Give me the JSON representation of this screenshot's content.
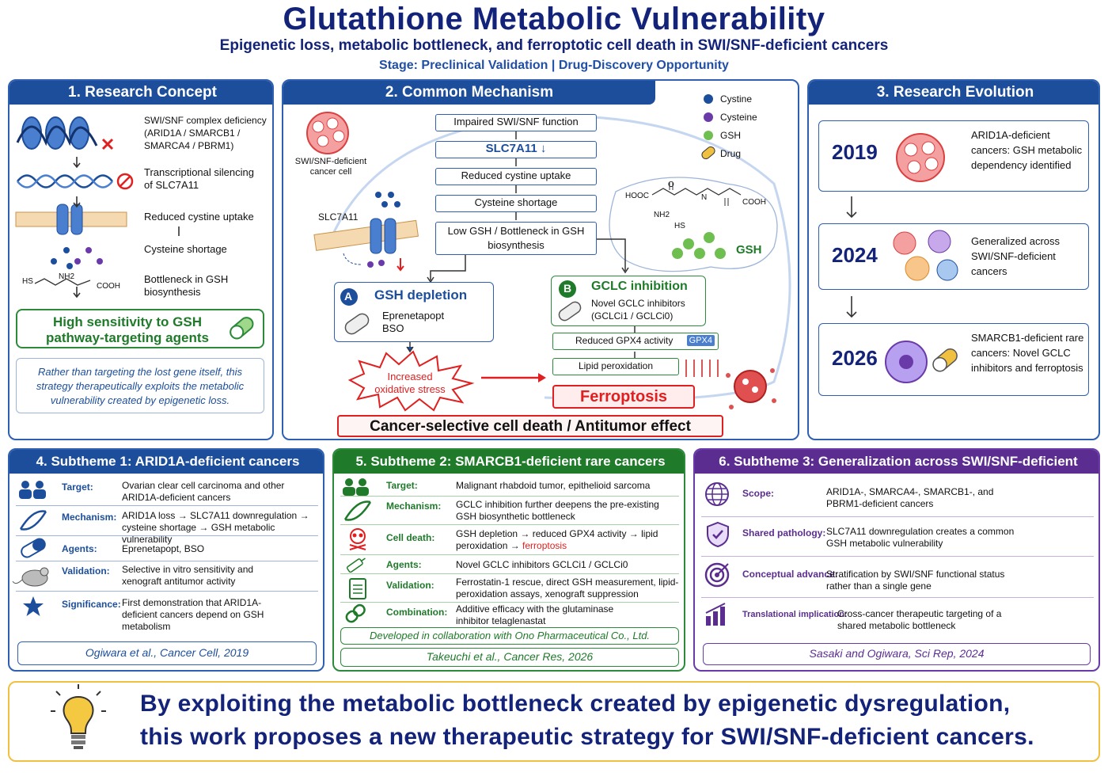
{
  "header": {
    "title": "Glutathione Metabolic Vulnerability",
    "subtitle": "Epigenetic loss, metabolic bottleneck, and ferroptotic cell death in SWI/SNF-deficient cancers",
    "stage": "Stage: Preclinical Validation | Drug-Discovery Opportunity"
  },
  "panel1": {
    "title": "1. Research Concept",
    "deficiency": "SWI/SNF complex deficiency (ARID1A / SMARCB1 / SMARCA4 / PBRM1)",
    "silencing": "Transcriptional silencing of SLC7A11",
    "uptake": "Reduced cystine uptake",
    "shortage": "Cysteine shortage",
    "bottleneck": "Bottleneck in GSH biosynthesis",
    "highlight": "High sensitivity to GSH pathway-targeting agents",
    "quote": "Rather than targeting the lost gene itself, this strategy therapeutically exploits the metabolic vulnerability created by epigenetic loss.",
    "hs": "HS",
    "nh2": "NH2",
    "cooh": "COOH"
  },
  "panel2": {
    "title": "2. Common Mechanism",
    "cell_label": "SWI/SNF-deficient cancer cell",
    "slc": "SLC7A11",
    "flow": [
      "Impaired SWI/SNF function",
      "SLC7A11 ↓",
      "Reduced cystine uptake",
      "Cysteine shortage",
      "Low GSH / Bottleneck in GSH biosynthesis"
    ],
    "legend": [
      "Cystine",
      "Cysteine",
      "GSH",
      "Drug"
    ],
    "gsh": "GSH",
    "mol_hooc": "HOOC",
    "mol_cooh": "COOH",
    "mol_nh2": "NH2",
    "mol_hs": "HS",
    "mol_h": "H",
    "mol_n": "N",
    "mol_o": "O",
    "a_letter": "A",
    "a_title": "GSH depletion",
    "a_drugs": "Eprenetapopt BSO",
    "b_letter": "B",
    "b_title": "GCLC inhibition",
    "b_drugs": "Novel GCLC inhibitors (GCLCi1 / GCLCi0)",
    "gpx4": "Reduced GPX4 activity",
    "gpx4_tag": "GPX4",
    "lipid": "Lipid peroxidation",
    "ferro": "Ferroptosis",
    "stress": "Increased oxidative stress",
    "result": "Cancer-selective cell death / Antitumor effect"
  },
  "panel3": {
    "title": "3. Research Evolution",
    "items": [
      {
        "year": "2019",
        "text": "ARID1A-deficient cancers: GSH metabolic dependency identified"
      },
      {
        "year": "2024",
        "text": "Generalized across SWI/SNF-deficient cancers"
      },
      {
        "year": "2026",
        "text": "SMARCB1-deficient rare cancers: Novel GCLC inhibitors and ferroptosis"
      }
    ]
  },
  "panel4": {
    "title": "4. Subtheme 1: ARID1A-deficient cancers",
    "rows": [
      {
        "label": "Target:",
        "value": "Ovarian clear cell carcinoma and other ARID1A-deficient cancers"
      },
      {
        "label": "Mechanism:",
        "value": "ARID1A loss → SLC7A11 downregulation → cysteine shortage → GSH metabolic vulnerability"
      },
      {
        "label": "Agents:",
        "value": "Eprenetapopt, BSO"
      },
      {
        "label": "Validation:",
        "value": "Selective in vitro sensitivity and xenograft antitumor activity"
      },
      {
        "label": "Significance:",
        "value": "First demonstration that ARID1A-deficient cancers depend on GSH metabolism"
      }
    ],
    "cite": "Ogiwara et al., Cancer Cell, 2019"
  },
  "panel5": {
    "title": "5. Subtheme 2: SMARCB1-deficient rare cancers",
    "rows": [
      {
        "label": "Target:",
        "value": "Malignant rhabdoid tumor, epithelioid sarcoma"
      },
      {
        "label": "Mechanism:",
        "value": "GCLC inhibition further deepens the pre-existing GSH biosynthetic bottleneck"
      },
      {
        "label": "Cell death:",
        "value": "GSH depletion → reduced GPX4 activity → lipid peroxidation → ",
        "accent": "ferroptosis"
      },
      {
        "label": "Agents:",
        "value": "Novel GCLC inhibitors GCLCi1 / GCLCi0"
      },
      {
        "label": "Validation:",
        "value": "Ferrostatin-1 rescue, direct GSH measurement, lipid-peroxidation assays, xenograft suppression"
      },
      {
        "label": "Combination:",
        "value": "Additive efficacy with the glutaminase inhibitor telaglenastat"
      }
    ],
    "collab": "Developed in collaboration with Ono Pharmaceutical Co., Ltd.",
    "cite": "Takeuchi et al., Cancer Res, 2026"
  },
  "panel6": {
    "title": "6. Subtheme 3: Generalization across SWI/SNF-deficient cancers",
    "rows": [
      {
        "label": "Scope:",
        "value": "ARID1A-, SMARCA4-, SMARCB1-, and PBRM1-deficient cancers"
      },
      {
        "label": "Shared pathology:",
        "value": "SLC7A11 downregulation creates a common GSH metabolic vulnerability"
      },
      {
        "label": "Conceptual advance:",
        "value": "Stratification by SWI/SNF functional status rather than a single gene"
      },
      {
        "label": "Translational implication:",
        "value": "Cross-cancer therapeutic targeting of a shared metabolic bottleneck"
      }
    ],
    "cite": "Sasaki and Ogiwara, Sci Rep, 2024"
  },
  "footer": {
    "line1": "By exploiting the metabolic bottleneck created by epigenetic dysregulation,",
    "line2": "this work proposes a new therapeutic strategy for SWI/SNF-deficient cancers."
  },
  "icons": {
    "p1": [
      "chromatin-icon",
      "dna-icon",
      "membrane-transporter-icon",
      "molecule-icon",
      "capsule-icon"
    ],
    "p4": [
      "people-icon",
      "dna-icon",
      "capsule-icon",
      "mouse-icon",
      "star-icon"
    ],
    "p5": [
      "people-icon",
      "dna-icon",
      "skull-icon",
      "syringe-icon",
      "clipboard-icon",
      "link-icon"
    ],
    "p6": [
      "globe-icon",
      "shield-icon",
      "target-icon",
      "bar-chart-icon"
    ],
    "footer": [
      "lightbulb-icon"
    ]
  },
  "colors": {
    "navy": "#14237a",
    "blue": "#1c4e9c",
    "green": "#1f7a2a",
    "purple": "#5b2d91",
    "red": "#e02020",
    "gold": "#f0c040"
  }
}
